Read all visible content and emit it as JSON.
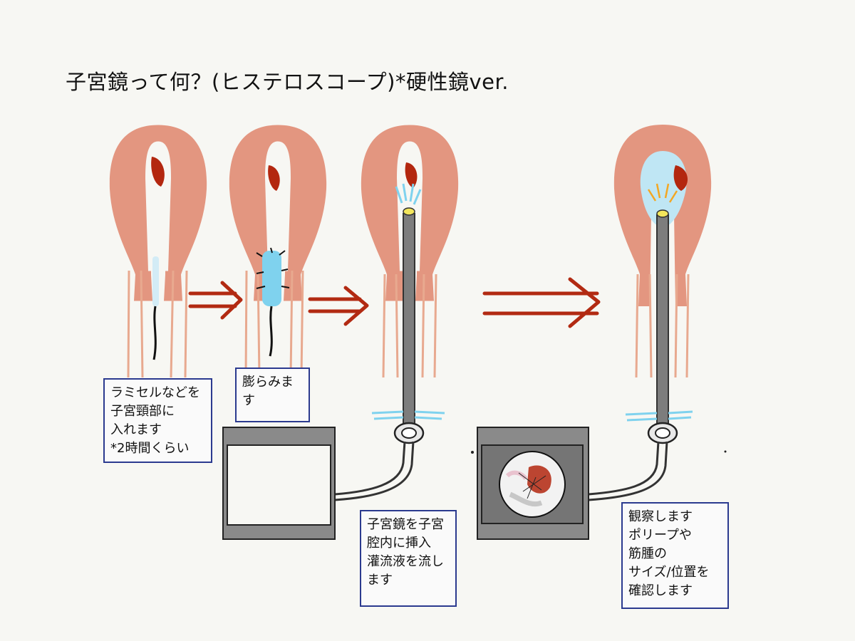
{
  "title": "子宮鏡って何？(ヒステロスコープ)*硬性鏡ver.",
  "steps": [
    {
      "note": "ラミセルなどを\n子宮頸部に\n入れます\n*2時間くらい"
    },
    {
      "note": "膨らみます"
    },
    {
      "note": "子宮鏡を子宮\n腔内に挿入\n灌流液を流し\nます"
    },
    {
      "note": "観察します\nポリープや\n筋腫の\nサイズ/位置を\n確認します"
    }
  ],
  "colors": {
    "uterus": "#e39680",
    "uterus_outline": "#e8a98f",
    "lesion": "#b3270f",
    "arrow": "#b22a12",
    "fluid": "#7fd2ee",
    "scope": "#7d7d7d",
    "note_border": "#2b3a8f",
    "monitor": "#8a8a8a"
  },
  "icons": [
    "arrow-right-icon",
    "arrow-right-icon",
    "arrow-right-icon"
  ]
}
